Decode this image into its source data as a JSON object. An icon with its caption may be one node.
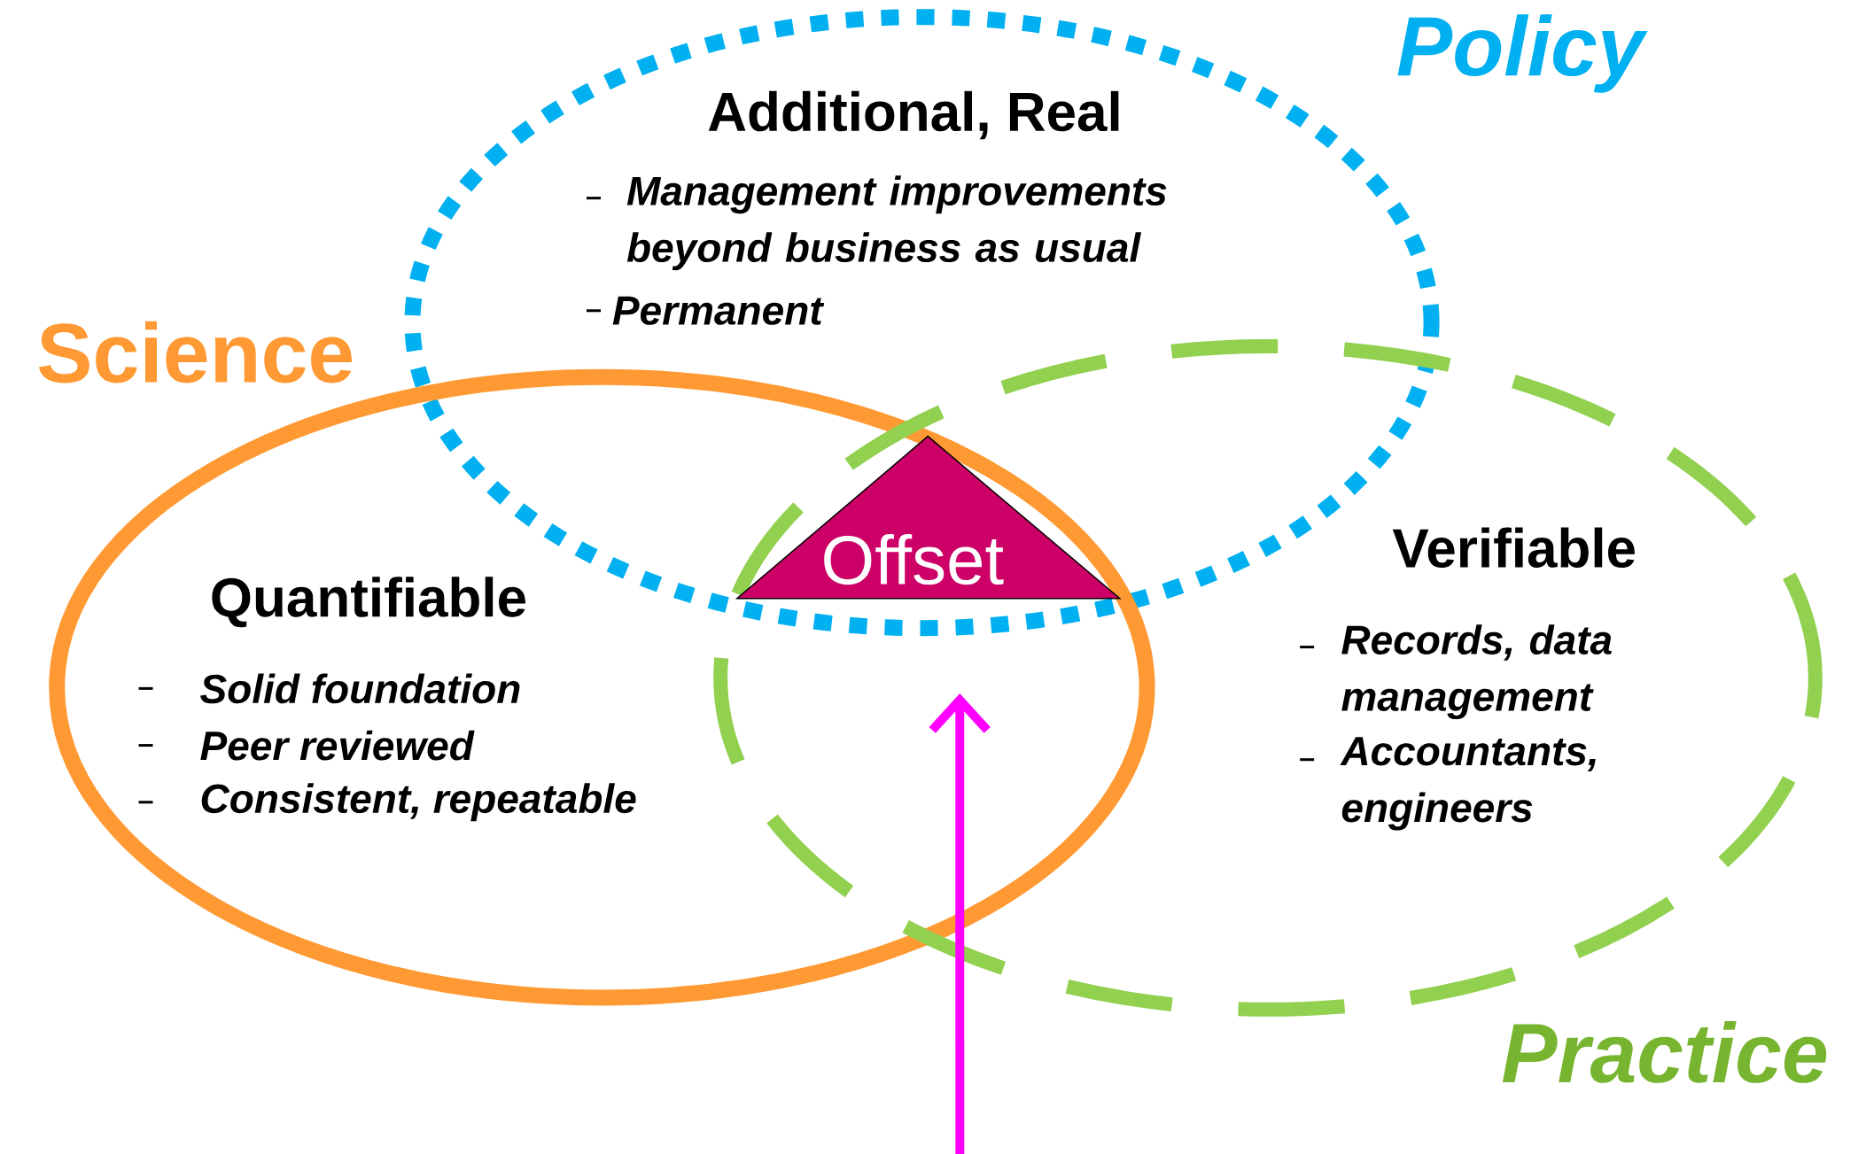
{
  "diagram": {
    "nodes": [
      {
        "text": [
          "Policy",
          "Additional, Real",
          "Management improvements beyond business as usual",
          "Permanent"
        ]
      },
      {
        "text": [
          "Science",
          "Quantifiable",
          "Solid foundation",
          "Peer reviewed",
          "Consistent, repeatable"
        ]
      },
      {
        "text": [
          "Verifiable",
          "Records, data management",
          "Accountants, engineers",
          "Practice"
        ]
      },
      {
        "text": [
          "Offset"
        ]
      }
    ],
    "edges": [
      {
        "from": null,
        "to": 3,
        "arrow": "to"
      }
    ]
  }
}
